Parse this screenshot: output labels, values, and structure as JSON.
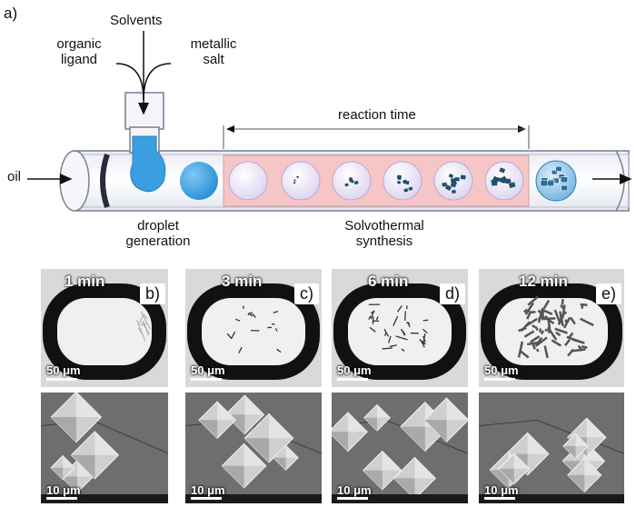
{
  "panel_a": {
    "label": "a)",
    "solvents": "Solvents",
    "organic_ligand_line1": "organic",
    "organic_ligand_line2": "ligand",
    "metallic_salt_line1": "metallic",
    "metallic_salt_line2": "salt",
    "oil": "oil",
    "reaction_time": "reaction time",
    "droplet_generation_line1": "droplet",
    "droplet_generation_line2": "generation",
    "solvothermal_line1": "Solvothermal",
    "solvothermal_line2": "synthesis"
  },
  "optical_panels": [
    {
      "time": "1 min",
      "label": "b)",
      "scale": "50 μm"
    },
    {
      "time": "3 min",
      "label": "c)",
      "scale": "50 μm"
    },
    {
      "time": "6 min",
      "label": "d)",
      "scale": "50 μm"
    },
    {
      "time": "12 min",
      "label": "e)",
      "scale": "50 μm"
    }
  ],
  "sem_panels": [
    {
      "scale": "10 μm"
    },
    {
      "scale": "10 μm"
    },
    {
      "scale": "10 μm"
    },
    {
      "scale": "10 μm"
    }
  ],
  "colors": {
    "droplet_blue": "#3a9fe0",
    "reaction_zone": "#f6c6c6",
    "crystal": "#1f4f6e"
  }
}
